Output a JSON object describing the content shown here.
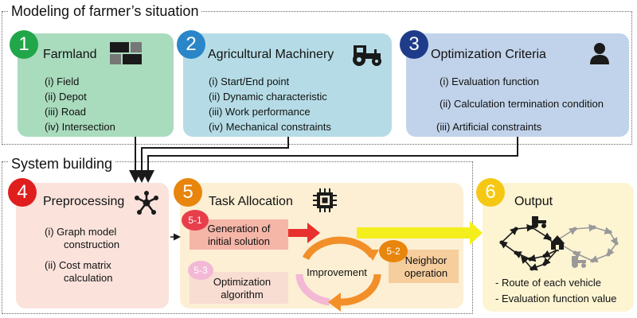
{
  "sections": {
    "modeling_title": "Modeling of farmer’s situation",
    "system_title": "System building"
  },
  "boxes": {
    "farmland": {
      "number": "1",
      "title": "Farmland",
      "items": [
        "(i)  Field",
        "(ii)  Depot",
        "(iii) Road",
        "(iv) Intersection"
      ],
      "color": "#a9dbbd",
      "number_color": "#22a64a"
    },
    "machinery": {
      "number": "2",
      "title": "Agricultural Machinery",
      "items": [
        "(i)   Start/End point",
        "(ii)  Dynamic characteristic",
        "(iii) Work performance",
        "(iv) Mechanical constraints"
      ],
      "color": "#b5dce6",
      "number_color": "#2a86c8"
    },
    "criteria": {
      "number": "3",
      "title": "Optimization Criteria",
      "items": [
        "(i)  Evaluation function",
        "(ii)  Calculation termination condition",
        "(iii) Artificial constraints"
      ],
      "color": "#c1d3ea",
      "number_color": "#1f3c8a"
    },
    "preprocessing": {
      "number": "4",
      "title": "Preprocessing",
      "items": [
        "(i)  Graph model",
        "construction",
        "(ii)  Cost matrix",
        "calculation"
      ],
      "color": "#fbe3dc",
      "number_color": "#e01e1e"
    },
    "task": {
      "number": "5",
      "title": "Task Allocation",
      "color": "#fcefd3",
      "number_color": "#e8850c",
      "sub1_badge": "5-1",
      "sub1_label": [
        "Generation of",
        "initial solution"
      ],
      "sub2_badge": "5-2",
      "sub2_label": [
        "Neighbor",
        "operation"
      ],
      "sub3_badge": "5-3",
      "sub3_label": [
        "Optimization",
        "algorithm"
      ],
      "cycle_label": "Improvement"
    },
    "output": {
      "number": "6",
      "title": "Output",
      "items": [
        "- Route of each vehicle",
        "- Evaluation function value"
      ],
      "color": "#fdf5d2",
      "number_color": "#f6c814"
    }
  },
  "icons": {
    "farmland": "field-grid-icon",
    "machinery": "tractor-icon",
    "criteria": "person-icon",
    "preprocessing": "network-icon",
    "task": "cpu-chip-icon",
    "output": "route-map-icon"
  }
}
